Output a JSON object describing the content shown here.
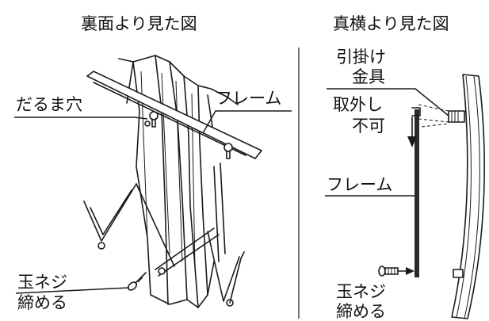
{
  "left_panel": {
    "title": "裏面より見た図",
    "labels": {
      "keyhole": "だるま穴",
      "frame": "フレーム",
      "screw_line1": "玉ネジ",
      "screw_line2": "締める"
    }
  },
  "right_panel": {
    "title": "真横より見た図",
    "labels": {
      "hook_line1": "引掛け",
      "hook_line2": "金具",
      "nonremovable_line1": "取外し",
      "nonremovable_line2": "不可",
      "frame": "フレーム",
      "screw_line1": "玉ネジ",
      "screw_line2": "締める"
    }
  }
}
